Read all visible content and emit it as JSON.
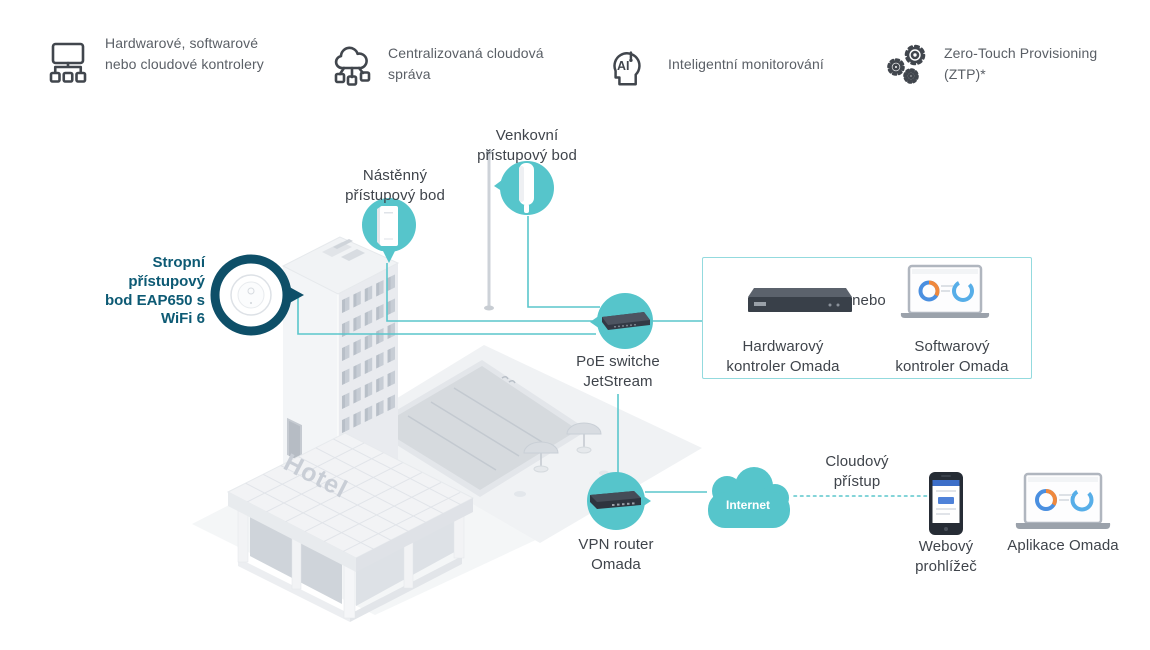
{
  "features": [
    {
      "icon": "controllers-icon",
      "label": "Hardwarové, softwarové nebo cloudové kontrolery"
    },
    {
      "icon": "cloud-management-icon",
      "label": "Centralizovaná cloudová správa"
    },
    {
      "icon": "ai-monitoring-icon",
      "icon_text": "AI",
      "label": "Inteligentní monitorování"
    },
    {
      "icon": "ztp-gears-icon",
      "label": "Zero-Touch Provisioning (ZTP)*"
    }
  ],
  "diagram": {
    "building_sign": "Hotel",
    "nodes": {
      "outdoor_ap": {
        "label": "Venkovní přístupový bod"
      },
      "wall_ap": {
        "label": "Nástěnný přístupový bod"
      },
      "ceiling_ap": {
        "label": "Stropní přístupový bod EAP650 s WiFi 6"
      },
      "poe_switch": {
        "label": "PoE switche JetStream"
      },
      "vpn_router": {
        "label": "VPN router Omada"
      },
      "internet_cloud": {
        "label": "Internet"
      },
      "cloud_access": {
        "label": "Cloudový přístup"
      },
      "web_browser": {
        "label": "Webový prohlížeč"
      },
      "omada_app": {
        "label": "Aplikace Omada"
      }
    },
    "controller_box": {
      "hardware": "Hardwarový kontroler Omada",
      "or": "nebo",
      "software": "Softwarový kontroler Omada"
    },
    "colors": {
      "teal": "#56c5cb",
      "connector_line": "#5ac6cc",
      "dark_navy_ring": "#0e4f68",
      "dark_teal_text": "#0d5a74",
      "label_text": "#3f444b",
      "feature_text": "#5a5f66"
    }
  }
}
